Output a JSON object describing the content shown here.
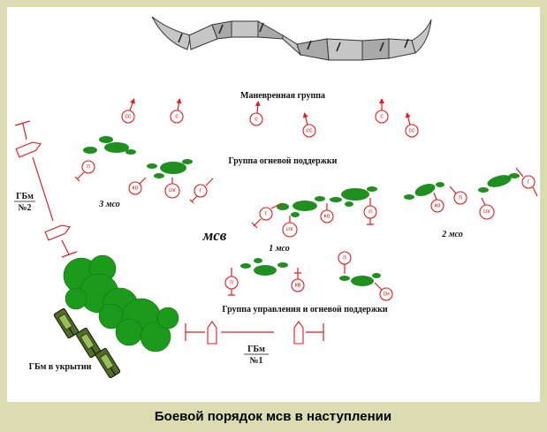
{
  "labels": {
    "maneuver_group": "Маневренная группа",
    "fire_support_group": "Группа огневой поддержки",
    "squad_3": "3 мсо",
    "squad_1": "1 мсо",
    "squad_2": "2 мсо",
    "platoon": "мсв",
    "gbm2_line1": "ГБм",
    "gbm2_line2": "№2",
    "gbm1_line1": "ГБм",
    "gbm1_line2": "№1",
    "command_group": "Группа управления и огневой поддержки",
    "gbm_cover": "ГБм в укрытии",
    "caption": "Боевой порядок мсв в наступлении"
  },
  "markers": [
    {
      "label": "сс"
    },
    {
      "label": "с"
    },
    {
      "label": "с"
    },
    {
      "label": "сс"
    },
    {
      "label": "с"
    },
    {
      "label": "сс"
    },
    {
      "label": "п"
    },
    {
      "label": "ко"
    },
    {
      "label": "спг"
    },
    {
      "label": "г"
    },
    {
      "label": "г"
    },
    {
      "label": "спг"
    },
    {
      "label": "ко"
    },
    {
      "label": "п"
    },
    {
      "label": "ко"
    },
    {
      "label": "п"
    },
    {
      "label": "спг"
    },
    {
      "label": "г"
    },
    {
      "label": "п"
    },
    {
      "label": "кв"
    },
    {
      "label": "п"
    },
    {
      "label": "сн"
    }
  ],
  "colors": {
    "marker": "#e31b1b",
    "vegetation": "#1f8f1f",
    "terrain": "#c6c6c6",
    "frame": "#dcdcb2"
  }
}
